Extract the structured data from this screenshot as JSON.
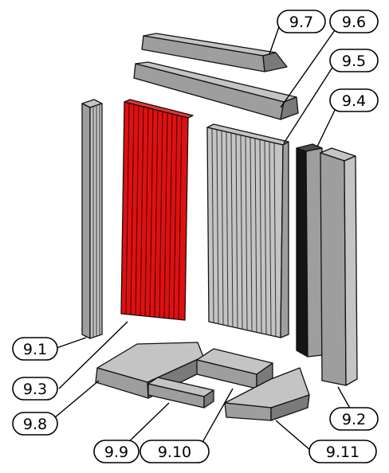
{
  "labels": {
    "p9_1": "9.1",
    "p9_2": "9.2",
    "p9_3": "9.3",
    "p9_4": "9.4",
    "p9_5": "9.5",
    "p9_6": "9.6",
    "p9_7": "9.7",
    "p9_8": "9.8",
    "p9_9": "9.9",
    "p9_10": "9.10",
    "p9_11": "9.11"
  },
  "colors": {
    "highlight": "#e01010",
    "part_fill": "#c4c4c4",
    "part_shade": "#9e9e9e"
  }
}
